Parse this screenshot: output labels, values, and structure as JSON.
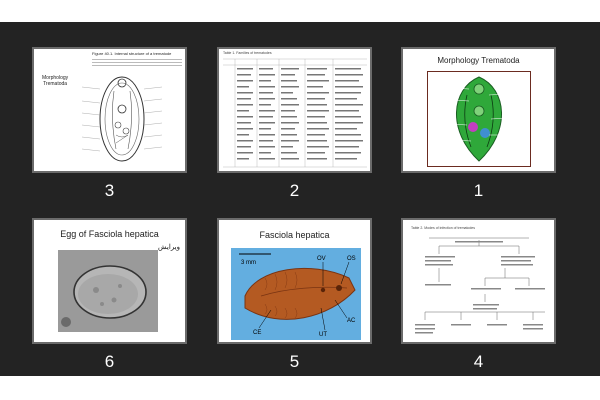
{
  "slides": [
    {
      "number": "3",
      "title": "Morphology\nTrematoda",
      "caption": "Figure 40.1. Internal structure of a trematode"
    },
    {
      "number": "2",
      "title": "Table 1. Families of trematodes"
    },
    {
      "number": "1",
      "title": "Morphology Trematoda"
    },
    {
      "number": "6",
      "title": "Egg of Fasciola hepatica",
      "handwriting": "ويرايش"
    },
    {
      "number": "5",
      "title": "Fasciola hepatica",
      "labels": {
        "scale": "3 mm",
        "ov": "OV",
        "os": "OS",
        "ce": "CE",
        "ut": "UT",
        "ac": "AC"
      }
    },
    {
      "number": "4",
      "title": "Table 2. Modes of infection of trematodes"
    }
  ]
}
